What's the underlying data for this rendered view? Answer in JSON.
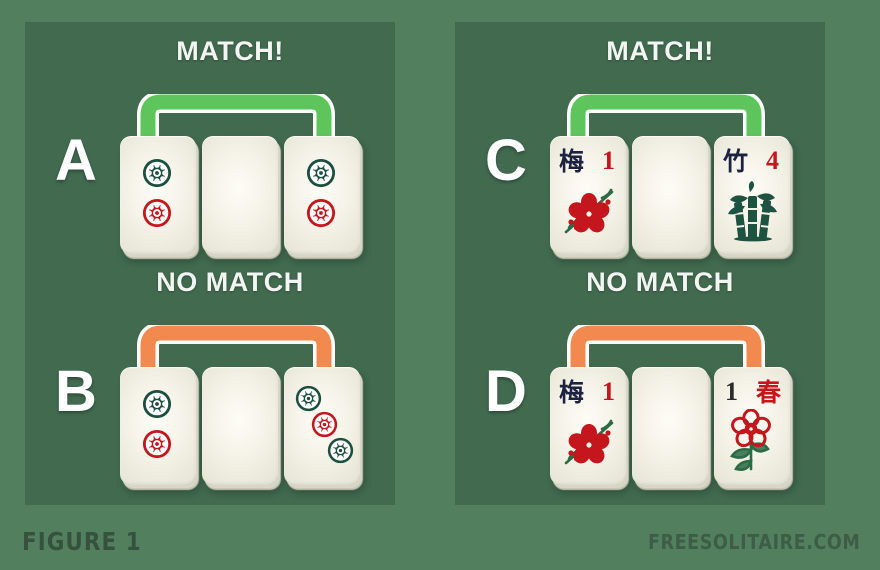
{
  "figure": {
    "caption": "FIGURE 1",
    "watermark": "FREESOLITAIRE.COM"
  },
  "colors": {
    "background": "#52805e",
    "panel": "#416a4f",
    "match_connector": "#5ec45c",
    "no_match_connector": "#f2894e",
    "tile_face": "#f6f4e9",
    "dot_green": "#1d4f3e",
    "dot_red": "#c4161c",
    "flower_red": "#c4161c",
    "bamboo_green": "#1d5340",
    "character_ink": "#1b2340",
    "caption_text": "#37513f",
    "verdict_text": "#f2f5f1",
    "letter_text": "#ffffff"
  },
  "panels": [
    {
      "id": "left",
      "groups": [
        {
          "letter": "A",
          "verdict": "MATCH!",
          "connector": "match",
          "tiles": [
            {
              "type": "dots-2",
              "label": "two-circles-tile"
            },
            {
              "type": "blank",
              "label": "blank-tile"
            },
            {
              "type": "dots-2",
              "label": "two-circles-tile"
            }
          ]
        },
        {
          "letter": "B",
          "verdict": "NO MATCH",
          "connector": "no-match",
          "tiles": [
            {
              "type": "dots-2",
              "label": "two-circles-tile"
            },
            {
              "type": "blank",
              "label": "blank-tile"
            },
            {
              "type": "dots-3",
              "label": "three-circles-tile"
            }
          ]
        }
      ]
    },
    {
      "id": "right",
      "groups": [
        {
          "letter": "C",
          "verdict": "MATCH!",
          "connector": "match",
          "tiles": [
            {
              "type": "plum",
              "label": "plum-flower-tile",
              "character": "梅",
              "number": "1",
              "number_color": "#c4161c",
              "char_color": "#1b2340"
            },
            {
              "type": "blank",
              "label": "blank-tile"
            },
            {
              "type": "bamboo",
              "label": "bamboo-flower-tile",
              "character": "竹",
              "number": "4",
              "number_color": "#c4161c",
              "char_color": "#1b2340"
            }
          ]
        },
        {
          "letter": "D",
          "verdict": "NO MATCH",
          "connector": "no-match",
          "tiles": [
            {
              "type": "plum",
              "label": "plum-flower-tile",
              "character": "梅",
              "number": "1",
              "number_color": "#c4161c",
              "char_color": "#1b2340"
            },
            {
              "type": "blank",
              "label": "blank-tile"
            },
            {
              "type": "spring",
              "label": "spring-season-tile",
              "character": "春",
              "number": "1",
              "number_color": "#2b2b2b",
              "char_color": "#c4161c"
            }
          ]
        }
      ]
    }
  ]
}
